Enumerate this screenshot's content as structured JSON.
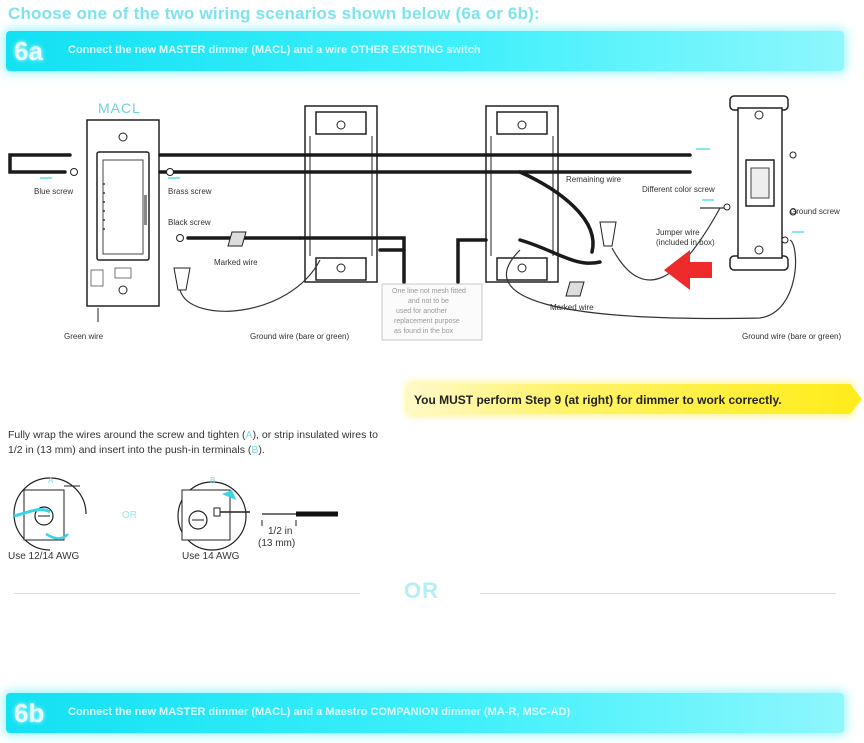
{
  "title": "Choose one of the two wiring scenarios shown below (6a or 6b):",
  "scenario_a": {
    "number": "6a",
    "text": "Connect the new MASTER dimmer (MACL) and a wire OTHER EXISTING switch"
  },
  "scenario_b": {
    "number": "6b",
    "text": "Connect the new MASTER dimmer (MACL) and a Maestro COMPANION dimmer (MA-R, MSC-AD)"
  },
  "diagram": {
    "device_label": "MACL",
    "labels": {
      "blue_screw": "Blue screw",
      "brass_screw": "Brass screw",
      "black_screw": "Black screw",
      "marked_wire_1": "Marked wire",
      "green_wire": "Green wire",
      "ground_wire_1": "Ground wire (bare or green)",
      "remaining_wire": "Remaining wire",
      "different_color_screw": "Different color screw",
      "ground_screw": "Ground screw",
      "jumper_wire_1": "Jumper wire",
      "jumper_wire_2": "(included in box)",
      "marked_wire_2": "Marked wire",
      "ground_wire_2": "Ground wire (bare or green)"
    },
    "note_card": [
      "One line not mesh fitted",
      "and not to be",
      "used for another",
      "replacement purpose",
      "as found in the box"
    ]
  },
  "callout": "You MUST perform Step 9 (at right) for dimmer to work correctly.",
  "instructions": {
    "part1": "Fully wrap the wires around the screw and tighten (",
    "a": "A",
    "part2": "), or strip insulated wires to 1/2 in (13 mm) and insert into the push-in terminals (",
    "b": "B",
    "part3": ")."
  },
  "methods": {
    "a_label": "A",
    "b_label": "B",
    "or_small": "OR",
    "use_a": "Use 12/14 AWG",
    "use_b": "Use 14 AWG",
    "strip_len_1": "1/2 in",
    "strip_len_2": "(13 mm)"
  },
  "or_divider": "OR",
  "colors": {
    "cyan": "#12e1f2",
    "yellow": "#ffec1c",
    "red_arrow": "#ee2a2a",
    "wire": "#1a1a1a"
  }
}
